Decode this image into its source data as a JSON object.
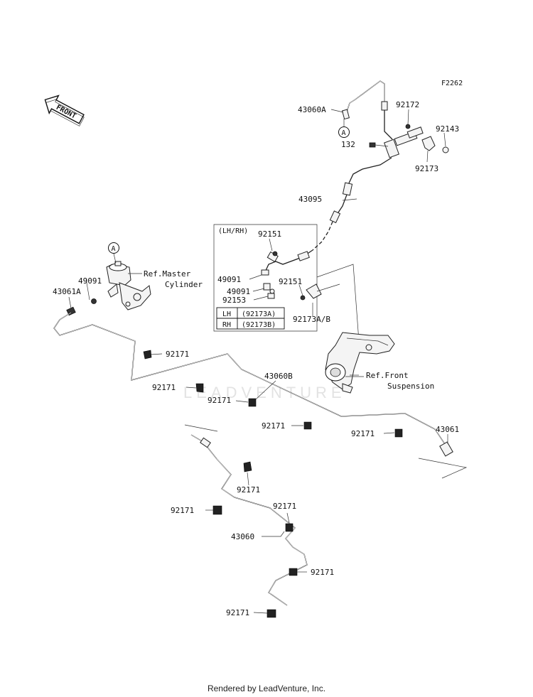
{
  "figure_code": "F2262",
  "front_marker": "FRONT",
  "callout_letter": "A",
  "watermark": "LEADVENTURE",
  "footer": "Rendered by LeadVenture, Inc.",
  "inset": {
    "title": "(LH/RH)",
    "table": [
      {
        "side": "LH",
        "part": "(92173A)"
      },
      {
        "side": "RH",
        "part": "(92173B)"
      }
    ]
  },
  "references": {
    "master_cylinder": [
      "Ref.Master",
      "Cylinder"
    ],
    "front_suspension": [
      "Ref.Front",
      "Suspension"
    ]
  },
  "part_labels": {
    "p43060A": "43060A",
    "p92172": "92172",
    "p92143": "92143",
    "p132": "132",
    "p92173": "92173",
    "p43095": "43095",
    "p92151a": "92151",
    "p49091a": "49091",
    "p49091b": "49091",
    "p92151b": "92151",
    "p92153": "92153",
    "p92173AB": "92173A/B",
    "p49091c": "49091",
    "p43061A": "43061A",
    "p92171a": "92171",
    "p43060B": "43060B",
    "p92171b": "92171",
    "p92171c": "92171",
    "p92171d": "92171",
    "p92171e": "92171",
    "p43061": "43061",
    "p92171f": "92171",
    "p92171g": "92171",
    "p92171h": "92171",
    "p43060": "43060",
    "p92171i": "92171",
    "p92171j": "92171"
  }
}
